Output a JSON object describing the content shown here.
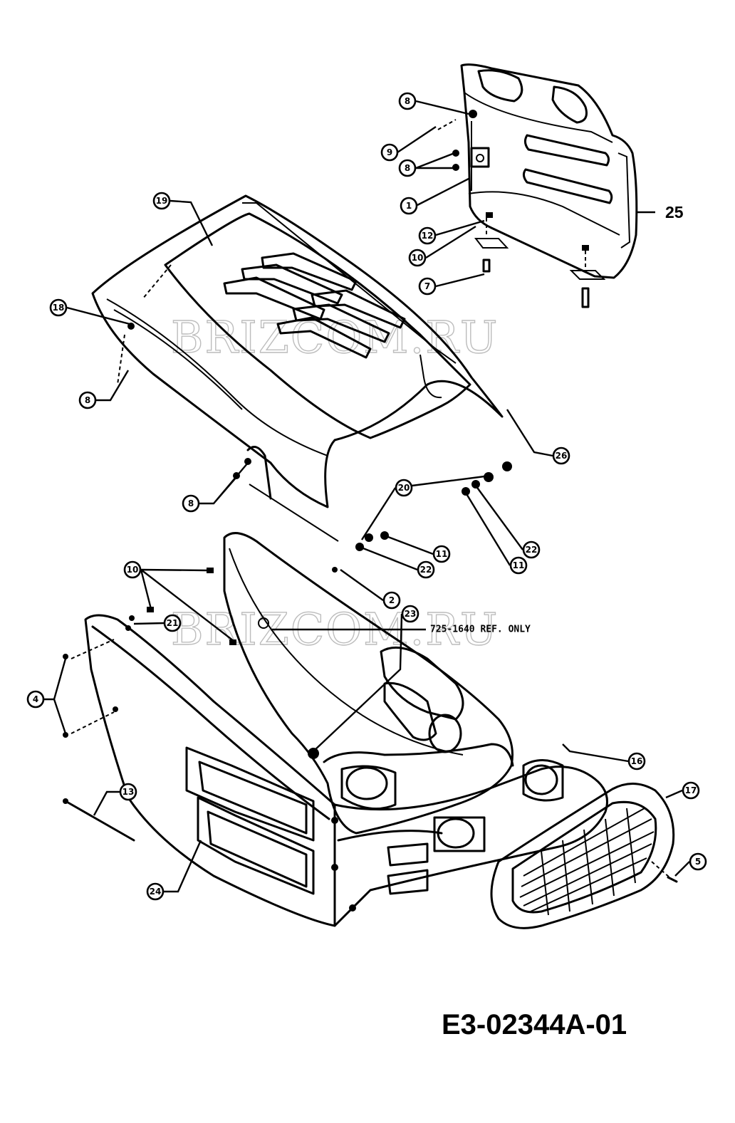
{
  "watermark": "BRIZCOM.RU",
  "drawing_code": "E3-02344A-01",
  "ref_note": "725-1640 REF. ONLY",
  "plain_label_25": "25",
  "callouts": {
    "c8a": "8",
    "c9": "9",
    "c8b": "8",
    "c1": "1",
    "c12": "12",
    "c10a": "10",
    "c7": "7",
    "c19": "19",
    "c18": "18",
    "c8c": "8",
    "c8d": "8",
    "c26": "26",
    "c20": "20",
    "c11a": "11",
    "c22a": "22",
    "c22b": "22",
    "c11b": "11",
    "c2": "2",
    "c10b": "10",
    "c21": "21",
    "c23": "23",
    "c4": "4",
    "c16": "16",
    "c17": "17",
    "c13": "13",
    "c5": "5",
    "c24": "24"
  }
}
